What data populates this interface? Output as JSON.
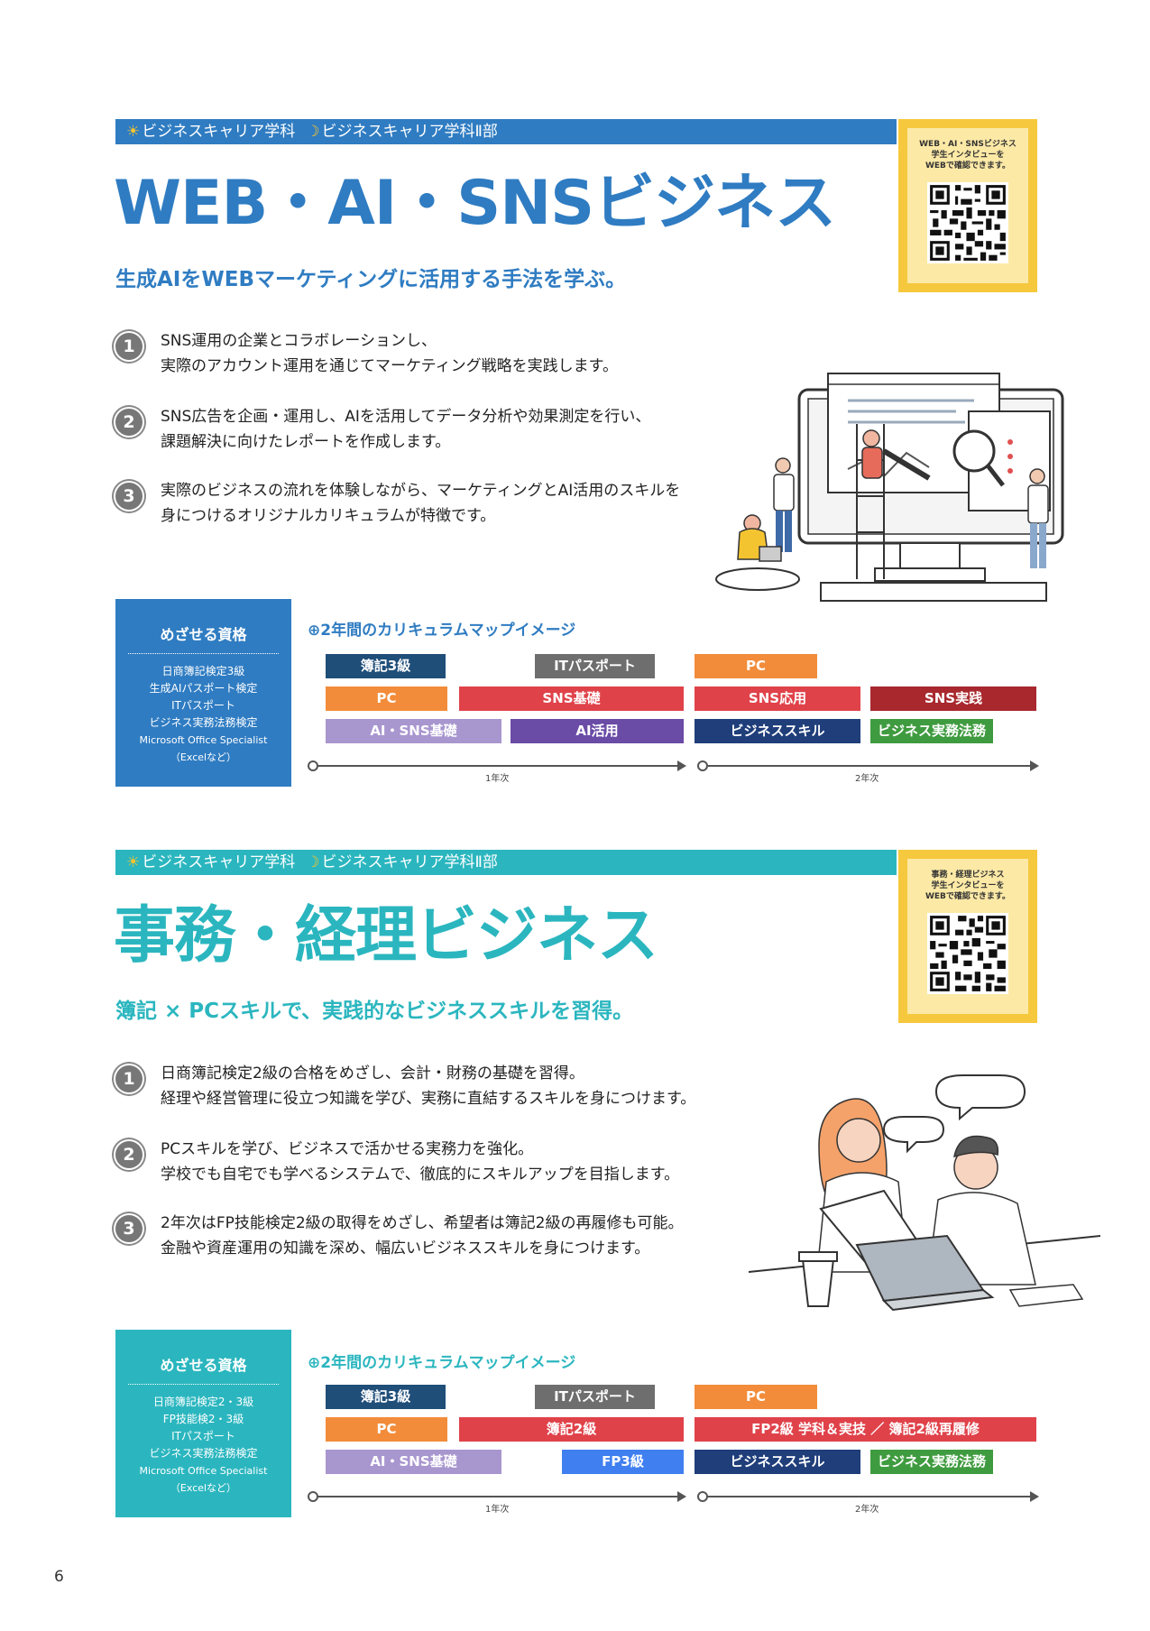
{
  "page_number": "6",
  "colors": {
    "blue": "#2f7cc2",
    "teal": "#2bb6bf",
    "yellow": "#f6c83d",
    "navy": "#1f4e79",
    "gray": "#6e6e6e",
    "orange": "#f28c3a",
    "red": "#e0424a",
    "darkred": "#a8282d",
    "lavender": "#a896cf",
    "purple": "#6a4ba6",
    "darkblue": "#1f3e7a",
    "green": "#3f9b3f",
    "brightblue": "#3f7ff0"
  },
  "sections": [
    {
      "band_day": "ビジネスキャリア学科",
      "band_night": "ビジネスキャリア学科Ⅱ部",
      "title": "WEB・AI・SNSビジネス",
      "subtitle": "生成AIをWEBマーケティングに活用する手法を学ぶ。",
      "qr_text": [
        "WEB・AI・SNSビジネス",
        "学生インタビューを",
        "WEBで確認できます。"
      ],
      "points": [
        {
          "num": "1",
          "lines": [
            "SNS運用の企業とコラボレーションし、",
            "実際のアカウント運用を通じてマーケティング戦略を実践します。"
          ]
        },
        {
          "num": "2",
          "lines": [
            "SNS広告を企画・運用し、AIを活用してデータ分析や効果測定を行い、",
            "課題解決に向けたレポートを作成します。"
          ]
        },
        {
          "num": "3",
          "lines": [
            "実際のビジネスの流れを体験しながら、マーケティングとAI活用のスキルを",
            "身につけるオリジナルカリキュラムが特徴です。"
          ]
        }
      ],
      "qual_title": "めざせる資格",
      "qual_items": [
        "日商簿記検定3級",
        "生成AIパスポート検定",
        "ITパスポート",
        "ビジネス実務法務検定",
        "Microsoft Office Specialist",
        "（Excelなど）"
      ],
      "map_title": "2年間のカリキュラムマップイメージ",
      "year1": "1年次",
      "year2": "2年次",
      "bars": [
        {
          "label": "簿記3級",
          "color": "#1f4e79"
        },
        {
          "label": "ITパスポート",
          "color": "#6e6e6e"
        },
        {
          "label": "PC",
          "color": "#f28c3a"
        },
        {
          "label": "PC",
          "color": "#f28c3a"
        },
        {
          "label": "SNS基礎",
          "color": "#e0424a"
        },
        {
          "label": "SNS応用",
          "color": "#e0424a"
        },
        {
          "label": "SNS実践",
          "color": "#a8282d"
        },
        {
          "label": "AI・SNS基礎",
          "color": "#a896cf"
        },
        {
          "label": "AI活用",
          "color": "#6a4ba6"
        },
        {
          "label": "ビジネススキル",
          "color": "#1f3e7a"
        },
        {
          "label": "ビジネス実務法務",
          "color": "#3f9b3f"
        }
      ]
    },
    {
      "band_day": "ビジネスキャリア学科",
      "band_night": "ビジネスキャリア学科Ⅱ部",
      "title": "事務・経理ビジネス",
      "subtitle": "簿記 × PCスキルで、実践的なビジネススキルを習得。",
      "qr_text": [
        "事務・経理ビジネス",
        "学生インタビューを",
        "WEBで確認できます。"
      ],
      "points": [
        {
          "num": "1",
          "lines": [
            "日商簿記検定2級の合格をめざし、会計・財務の基礎を習得。",
            "経理や経営管理に役立つ知識を学び、実務に直結するスキルを身につけます。"
          ]
        },
        {
          "num": "2",
          "lines": [
            "PCスキルを学び、ビジネスで活かせる実務力を強化。",
            "学校でも自宅でも学べるシステムで、徹底的にスキルアップを目指します。"
          ]
        },
        {
          "num": "3",
          "lines": [
            "2年次はFP技能検定2級の取得をめざし、希望者は簿記2級の再履修も可能。",
            "金融や資産運用の知識を深め、幅広いビジネススキルを身につけます。"
          ]
        }
      ],
      "qual_title": "めざせる資格",
      "qual_items": [
        "日商簿記検定2・3級",
        "FP技能検2・3級",
        "ITパスポート",
        "ビジネス実務法務検定",
        "Microsoft Office Specialist",
        "（Excelなど）"
      ],
      "map_title": "2年間のカリキュラムマップイメージ",
      "year1": "1年次",
      "year2": "2年次",
      "bars": [
        {
          "label": "簿記3級",
          "color": "#1f4e79"
        },
        {
          "label": "ITパスポート",
          "color": "#6e6e6e"
        },
        {
          "label": "PC",
          "color": "#f28c3a"
        },
        {
          "label": "PC",
          "color": "#f28c3a"
        },
        {
          "label": "簿記2級",
          "color": "#e0424a"
        },
        {
          "label": "FP2級 学科＆実技 ／ 簿記2級再履修",
          "color": "#e0424a"
        },
        {
          "label": "AI・SNS基礎",
          "color": "#a896cf"
        },
        {
          "label": "FP3級",
          "color": "#3f7ff0"
        },
        {
          "label": "ビジネススキル",
          "color": "#1f3e7a"
        },
        {
          "label": "ビジネス実務法務",
          "color": "#3f9b3f"
        }
      ]
    }
  ]
}
